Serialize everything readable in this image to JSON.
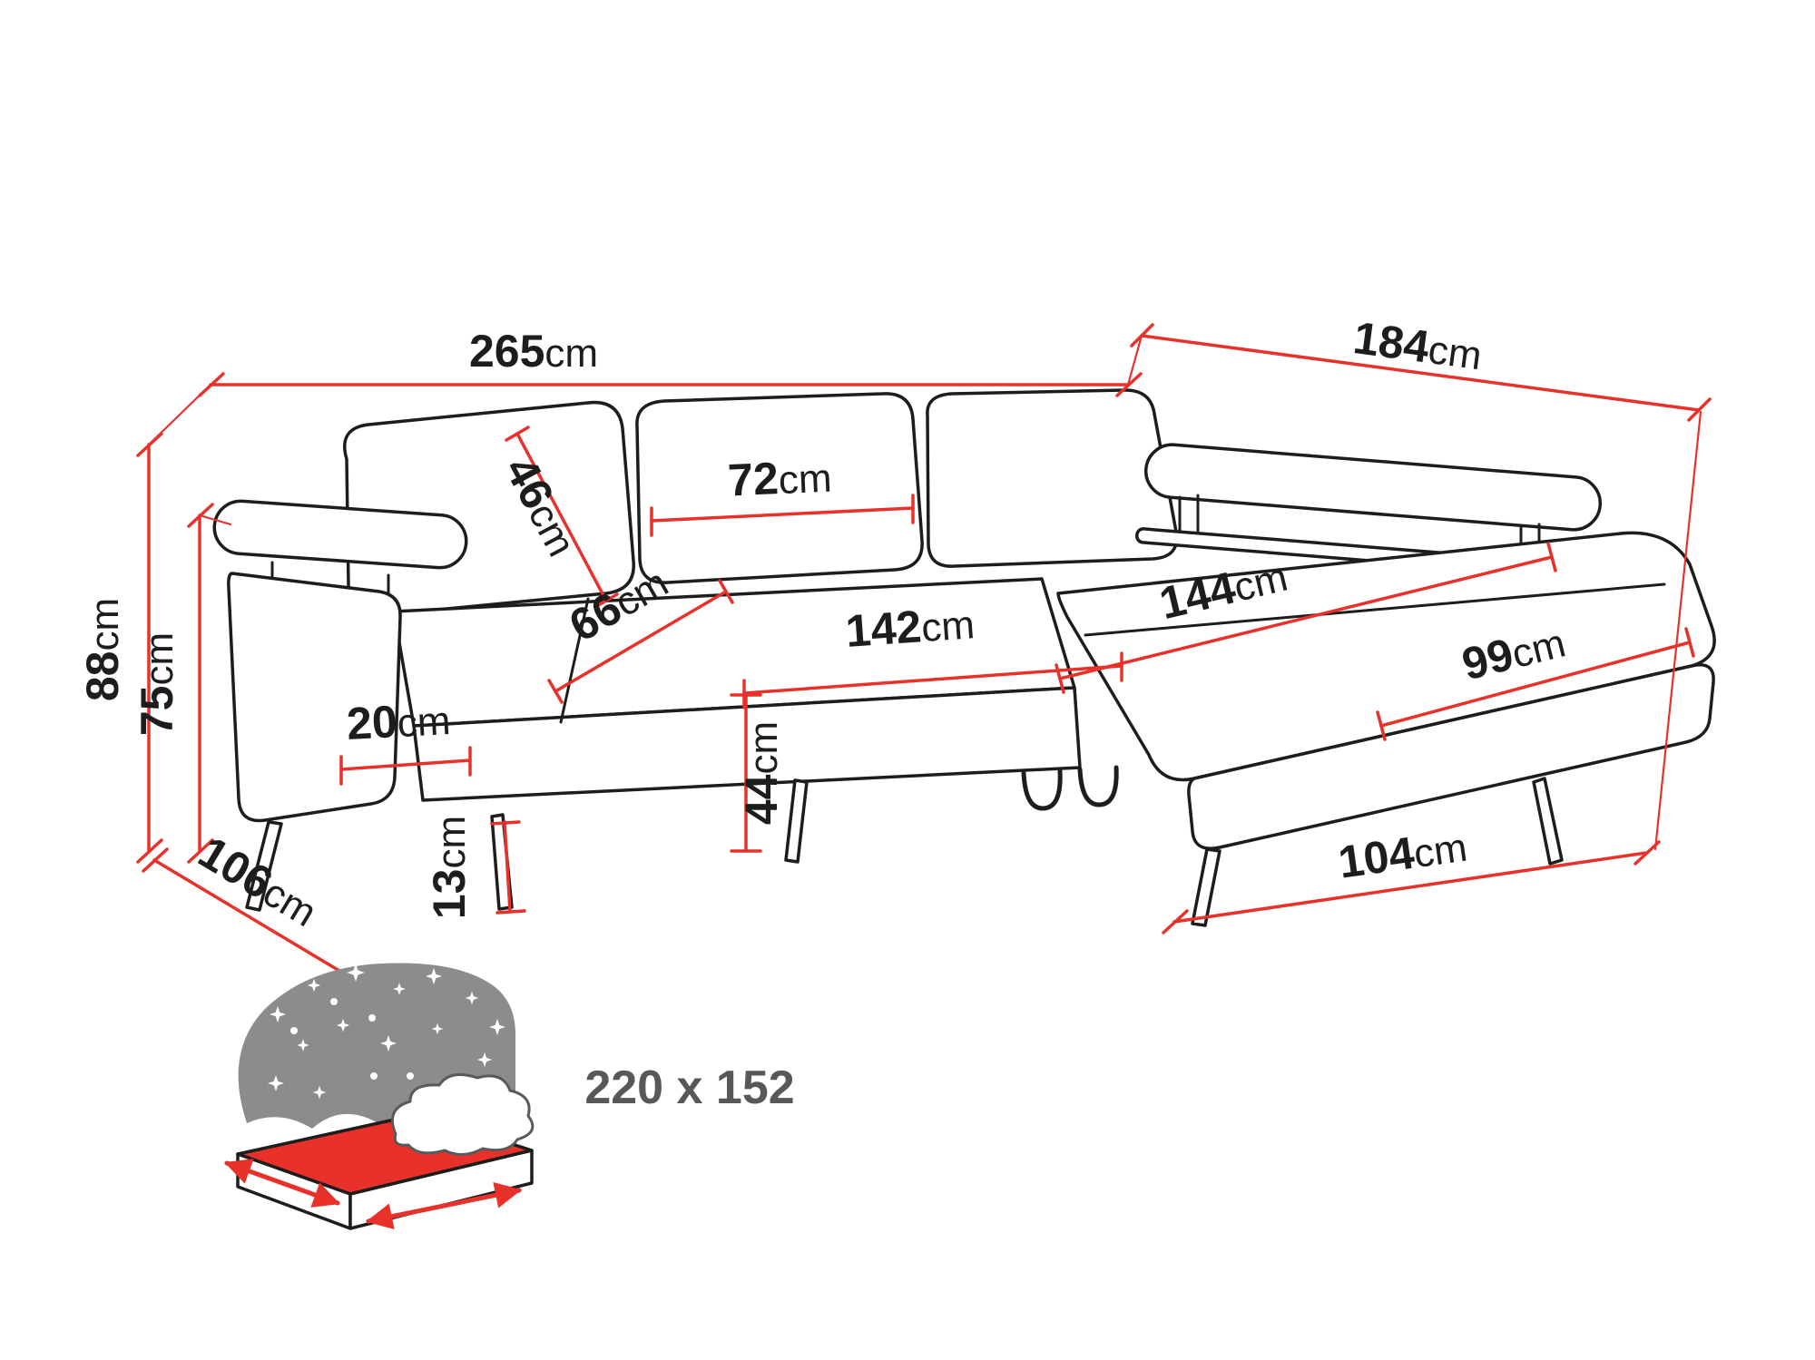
{
  "title": "Corner sofa bed dimensions diagram",
  "dimensions": {
    "total_width": {
      "value": "265",
      "unit": "cm"
    },
    "total_depth": {
      "value": "184",
      "unit": "cm"
    },
    "total_height": {
      "value": "88",
      "unit": "cm"
    },
    "armrest_height": {
      "value": "75",
      "unit": "cm"
    },
    "back_cushion_height": {
      "value": "46",
      "unit": "cm"
    },
    "back_cushion_width": {
      "value": "72",
      "unit": "cm"
    },
    "seat_depth": {
      "value": "66",
      "unit": "cm"
    },
    "seat_width": {
      "value": "142",
      "unit": "cm"
    },
    "chaise_length": {
      "value": "144",
      "unit": "cm"
    },
    "chaise_width": {
      "value": "99",
      "unit": "cm"
    },
    "armrest_width": {
      "value": "20",
      "unit": "cm"
    },
    "seat_height": {
      "value": "44",
      "unit": "cm"
    },
    "leg_height": {
      "value": "13",
      "unit": "cm"
    },
    "side_depth": {
      "value": "106",
      "unit": "cm"
    },
    "chaise_front_width": {
      "value": "104",
      "unit": "cm"
    }
  },
  "sleeping_area": {
    "label": "220 x 152"
  },
  "colors": {
    "outline": "#1d1d1b",
    "dimension": "#e8312a",
    "blanket": "#8c8c8c",
    "mattressTop": "#e8312a",
    "labelGray": "#58585a"
  }
}
